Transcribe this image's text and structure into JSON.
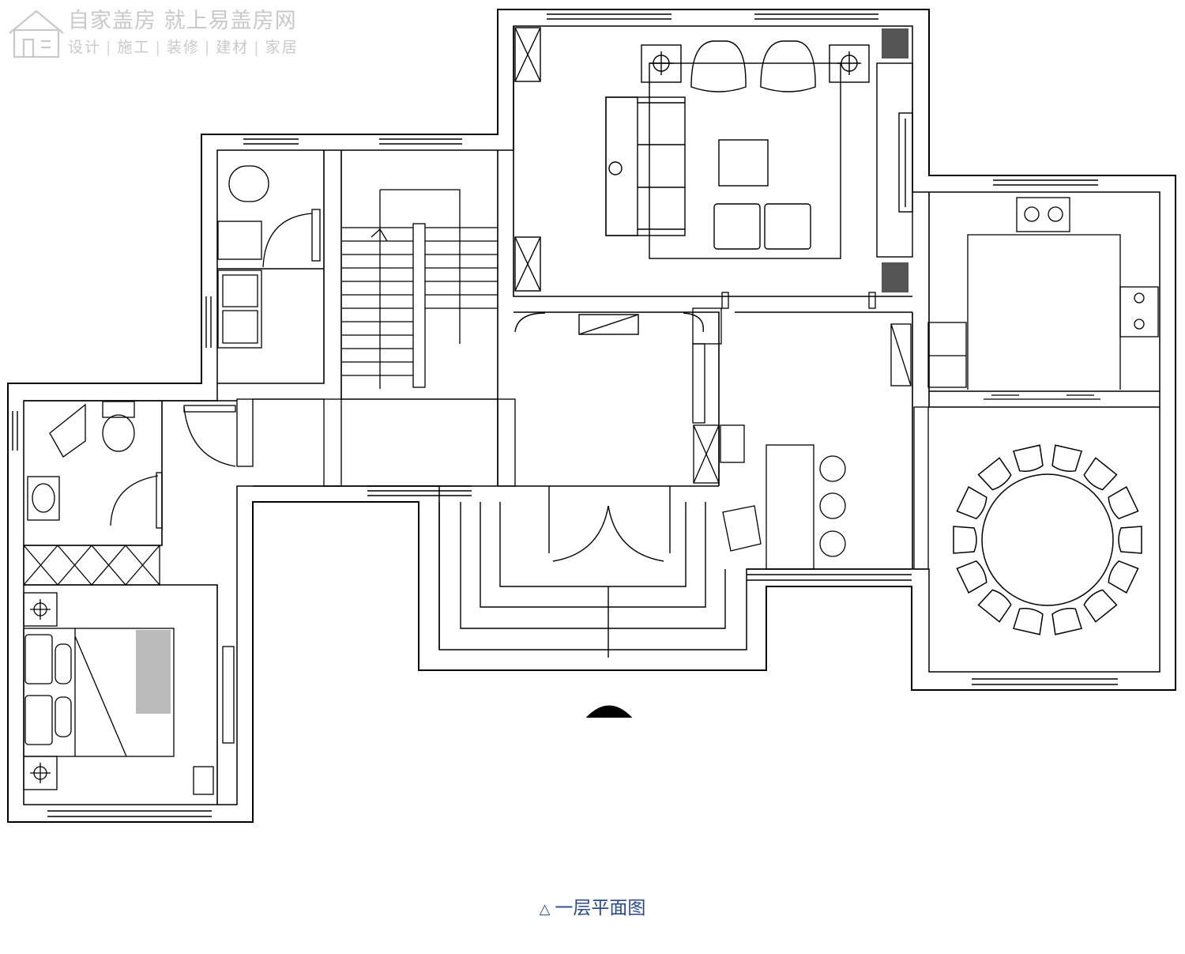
{
  "watermark": {
    "brand_line": "自家盖房 就上易盖房网",
    "tagline_items": [
      "设计",
      "施工",
      "装修",
      "建材",
      "家居"
    ],
    "separator": "|",
    "color": "#c9c9c9"
  },
  "caption": {
    "marker": "△",
    "text": "一层平面图",
    "color": "#2b4a8b"
  },
  "plan": {
    "line_color": "#000000",
    "background": "#ffffff"
  }
}
